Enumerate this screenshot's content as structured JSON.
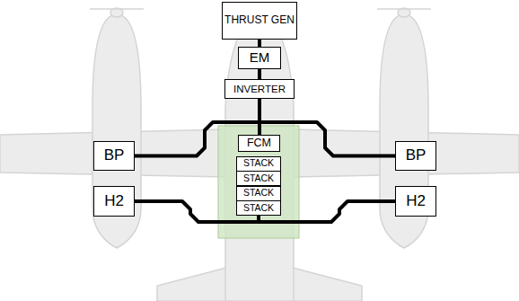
{
  "diagram": {
    "nodes": [
      {
        "text": [
          "THRUST GEN"
        ]
      },
      {
        "text": [
          "EM"
        ]
      },
      {
        "text": [
          "INVERTER"
        ]
      },
      {
        "text": [
          "BP"
        ]
      },
      {
        "text": [
          "FCM"
        ]
      },
      {
        "text": [
          "BP"
        ]
      },
      {
        "text": [
          "STACK"
        ]
      },
      {
        "text": [
          "STACK"
        ]
      },
      {
        "text": [
          "STACK"
        ]
      },
      {
        "text": [
          "STACK"
        ]
      },
      {
        "text": [
          "H2"
        ]
      },
      {
        "text": [
          "H2"
        ]
      }
    ],
    "edges": [
      {
        "from": 0,
        "to": 1,
        "arrow": "none"
      },
      {
        "from": 1,
        "to": 2,
        "arrow": "none"
      },
      {
        "from": 2,
        "to": 3,
        "arrow": "none"
      },
      {
        "from": 2,
        "to": 4,
        "arrow": "none"
      },
      {
        "from": 2,
        "to": 5,
        "arrow": "none"
      },
      {
        "from": 10,
        "to": 9,
        "arrow": "none"
      },
      {
        "from": 11,
        "to": 9,
        "arrow": "none"
      }
    ]
  }
}
